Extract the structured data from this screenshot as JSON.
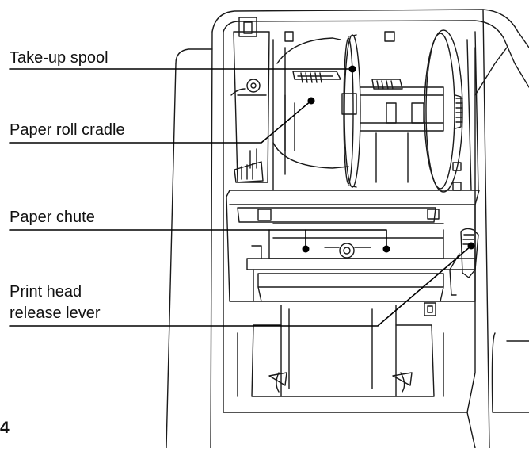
{
  "labels": {
    "take_up_spool": "Take-up spool",
    "paper_roll_cradle": "Paper roll cradle",
    "paper_chute": "Paper chute",
    "print_head_release_lever_line1": "Print head",
    "print_head_release_lever_line2": "release lever"
  },
  "page_number": "4"
}
